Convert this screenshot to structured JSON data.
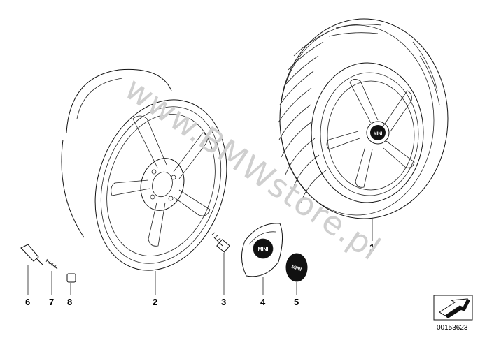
{
  "watermark": "www.BMWstore.pl",
  "parts": [
    {
      "id": "6",
      "label": "6"
    },
    {
      "id": "7",
      "label": "7"
    },
    {
      "id": "8",
      "label": "8"
    },
    {
      "id": "2",
      "label": "2"
    },
    {
      "id": "3",
      "label": "3"
    },
    {
      "id": "4",
      "label": "4"
    },
    {
      "id": "5",
      "label": "5"
    },
    {
      "id": "1",
      "label": "1"
    }
  ],
  "badges": {
    "tire_logo": "MINI",
    "cap_logo": "MINI",
    "emblem_logo": "MINI"
  },
  "reference_number": "00153623"
}
